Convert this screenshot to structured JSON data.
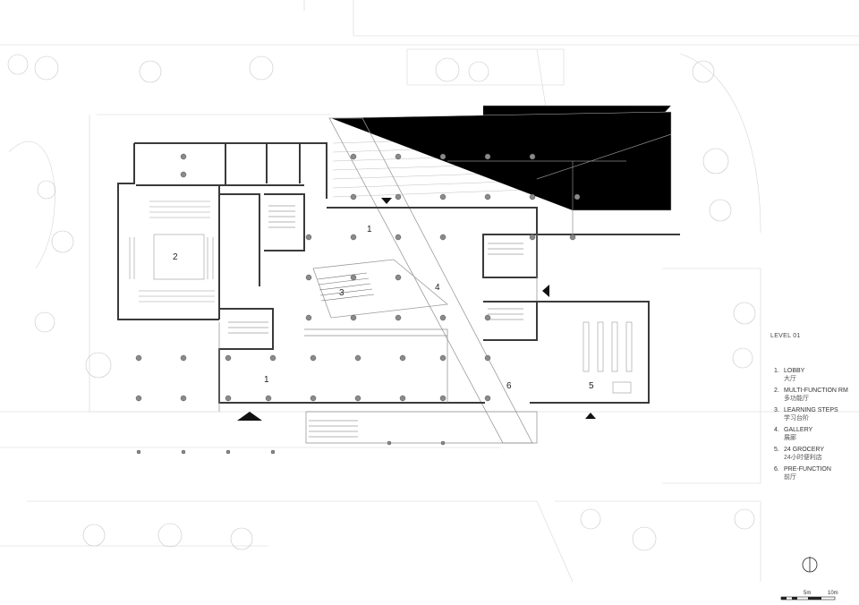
{
  "level_title": "LEVEL 01",
  "legend": [
    {
      "num": "1.",
      "en": "LOBBY",
      "zh": "大厅"
    },
    {
      "num": "2.",
      "en": "MULTI-FUNCTION RM",
      "zh": "多功能厅"
    },
    {
      "num": "3.",
      "en": "LEARNING STEPS",
      "zh": "学习台阶"
    },
    {
      "num": "4.",
      "en": "GALLERY",
      "zh": "展廊"
    },
    {
      "num": "5.",
      "en": "24 GROCERY",
      "zh": "24小时便利店"
    },
    {
      "num": "6.",
      "en": "PRE-FUNCTION",
      "zh": "前厅"
    }
  ],
  "room_labels": {
    "lobby_a": "1",
    "lobby_b": "1",
    "multi_function": "2",
    "learning_steps": "3",
    "gallery": "4",
    "grocery": "5",
    "pre_function": "6"
  },
  "scale_bar": {
    "mid_label": "5m",
    "end_label": "10m"
  },
  "colors": {
    "wall": "#3a3a3a",
    "line": "#9a9a9a",
    "faint": "#d0d0d0",
    "column": "#7a7a7a"
  }
}
